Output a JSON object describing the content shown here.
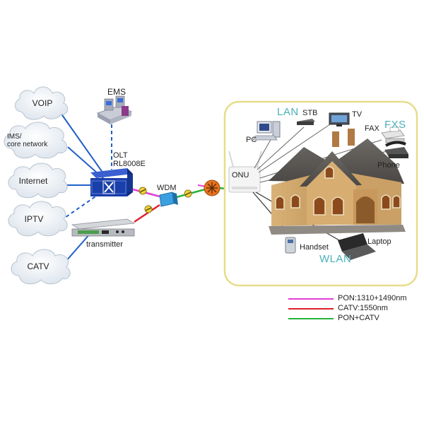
{
  "clouds": {
    "voip": "VOIP",
    "ims": "IMS/\ncore network",
    "internet": "Internet",
    "iptv": "IPTV",
    "catv": "CATV"
  },
  "devices": {
    "ems": "EMS",
    "olt": "OLT\nRL8008E",
    "transmitter": "transmitter",
    "wdm": "WDM",
    "onu": "ONU",
    "pc": "PC",
    "stb": "STB",
    "tv": "TV",
    "fax": "FAX",
    "phone": "Phone",
    "handset": "Handset",
    "laptop": "Laptop"
  },
  "service_labels": {
    "lan": "LAN",
    "fxs": "FXS",
    "wlan": "WLAN"
  },
  "legend": [
    {
      "label": "PON:1310+1490nm",
      "color": "#e23fd6"
    },
    {
      "label": "CATV:1550nm",
      "color": "#e0202a"
    },
    {
      "label": "PON+CATV",
      "color": "#27b33a"
    }
  ],
  "colors": {
    "link_blue": "#1f5fc9",
    "house_frame": "#e8dc8a",
    "olt_body": "#1a3fa8"
  }
}
